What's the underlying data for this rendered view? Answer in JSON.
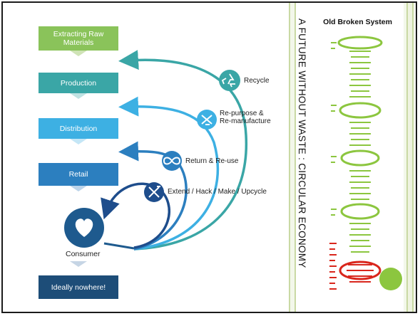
{
  "diagram": {
    "stages": [
      {
        "label": "Extracting Raw Materials",
        "color": "#8ac35a"
      },
      {
        "label": "Production",
        "color": "#3aa6a6"
      },
      {
        "label": "Distribution",
        "color": "#3db0e3"
      },
      {
        "label": "Retail",
        "color": "#2c7fbf"
      },
      {
        "label": "Consumer",
        "color": "#1e5a8e"
      },
      {
        "label": "Ideally nowhere!",
        "color": "#1d4d78"
      }
    ],
    "loops": [
      {
        "label": "Recycle",
        "icon": "recycle-icon",
        "color": "#3aa6a6"
      },
      {
        "label": "Re-purpose & Re-manufacture",
        "line1": "Re-purpose &",
        "line2": "Re-manufacture",
        "icon": "tools-icon",
        "color": "#3db0e3"
      },
      {
        "label": "Return & Re-use",
        "icon": "infinity-icon",
        "color": "#2c7fbf"
      },
      {
        "label": "Extend / Hack / Make / Upcycle",
        "icon": "wrench-hammer-icon",
        "color": "#1e4d8c"
      }
    ]
  },
  "title": "A FUTURE WITHOUT WASTE : CIRCULAR ECONOMY",
  "side_panel": {
    "title": "Old Broken System"
  },
  "colors": {
    "green": "#8cc63f",
    "red": "#d9261c",
    "band": "#eef3e0",
    "band_line": "#a8c66a"
  }
}
